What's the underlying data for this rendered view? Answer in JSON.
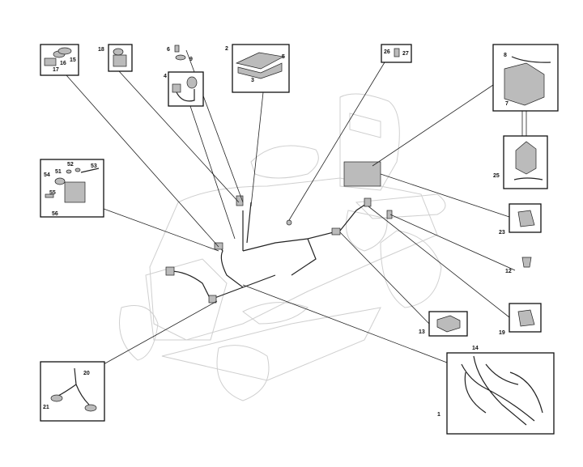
{
  "labels": {
    "p1": "1",
    "p2": "2",
    "p3": "3",
    "p4": "4",
    "p5": "5",
    "p6": "6",
    "p7": "7",
    "p8": "8",
    "p9": "9",
    "p12": "12",
    "p13": "13",
    "p14": "14",
    "p15": "15",
    "p16": "16",
    "p17": "17",
    "p18": "18",
    "p19": "19",
    "p20": "20",
    "p21": "21",
    "p23": "23",
    "p25": "25",
    "p26": "26",
    "p27": "27",
    "p51": "51",
    "p52": "52",
    "p53": "53",
    "p54": "54",
    "p55": "55",
    "p56": "56"
  }
}
